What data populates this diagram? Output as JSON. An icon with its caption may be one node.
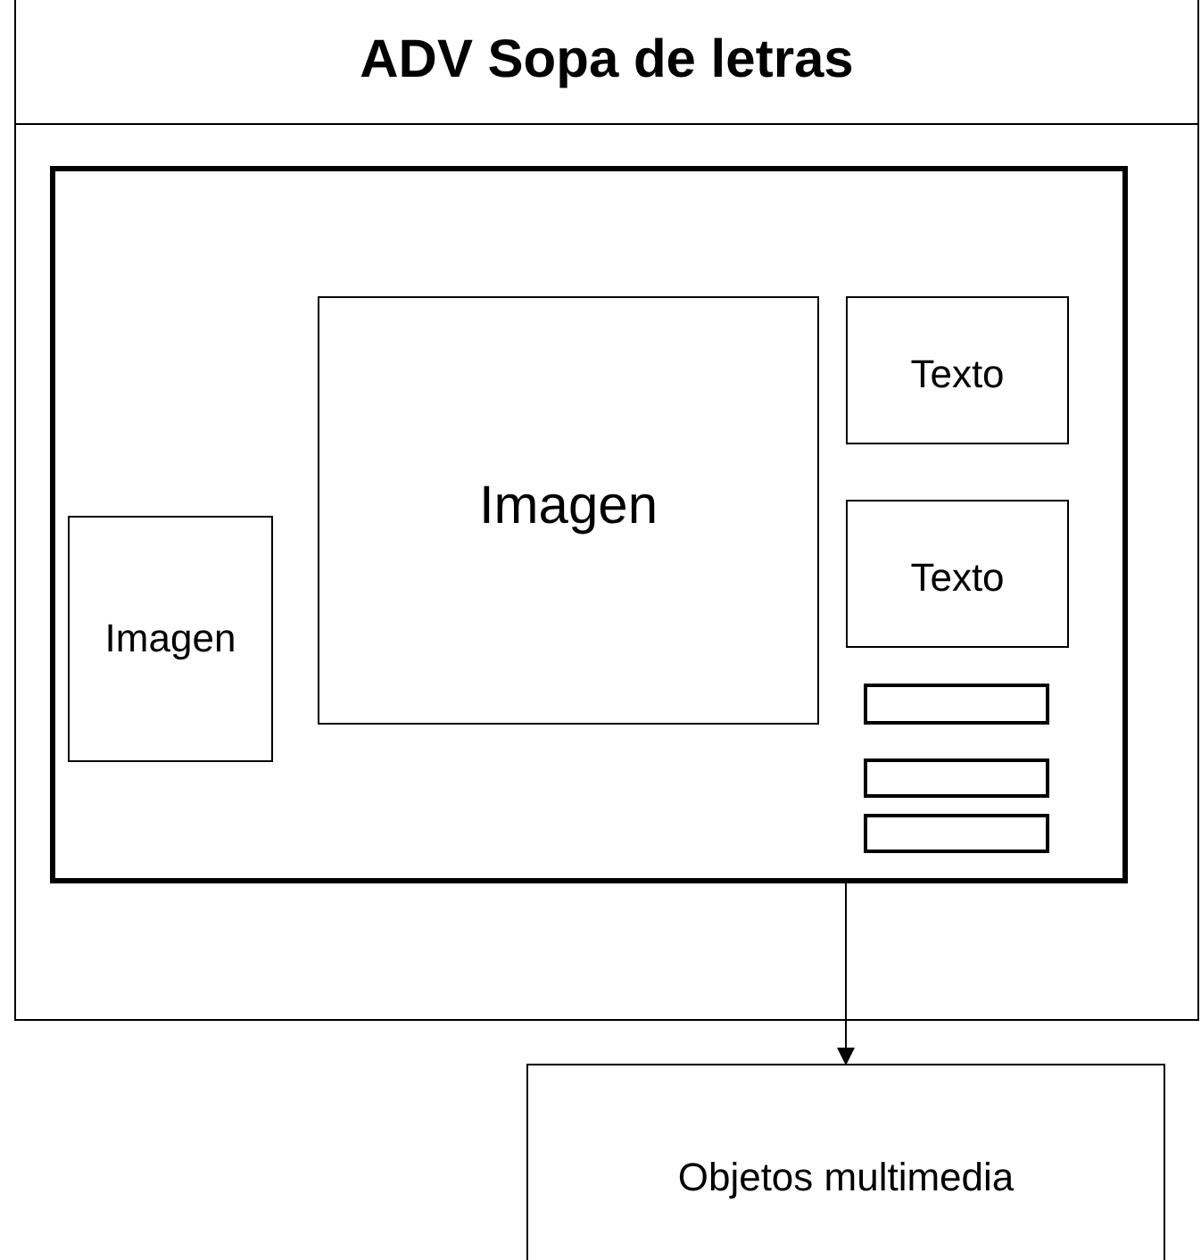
{
  "diagram": {
    "nodes": [
      {
        "text": [
          "ADV Sopa de letras"
        ]
      },
      {
        "text": [],
        "shape": "box",
        "in": 0
      },
      {
        "text": [
          "Imagen"
        ],
        "in": 1
      },
      {
        "text": [
          "Imagen"
        ],
        "in": 1
      },
      {
        "text": [
          "Texto"
        ],
        "in": 1
      },
      {
        "text": [
          "Texto"
        ],
        "in": 1
      },
      {
        "text": [],
        "shape": "bar",
        "in": 1
      },
      {
        "text": [],
        "shape": "bar",
        "in": 1
      },
      {
        "text": [],
        "shape": "bar",
        "in": 1
      },
      {
        "text": [
          "Objetos multimedia"
        ]
      }
    ],
    "edges": [
      {
        "from": 1,
        "to": 9,
        "arrow": "to"
      }
    ]
  }
}
